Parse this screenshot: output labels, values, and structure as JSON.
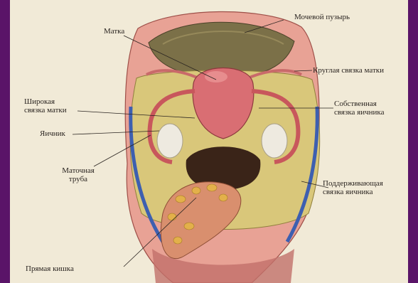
{
  "labels": {
    "bladder": "Мочевой пузырь",
    "uterus": "Матка",
    "round_ligament": "Круглая связка матки",
    "broad_ligament_1": "Широкая",
    "broad_ligament_2": "связка матки",
    "own_ligament_1": "Собственная",
    "own_ligament_2": "связка яичника",
    "ovary": "Яичник",
    "tube_1": "Маточная",
    "tube_2": "труба",
    "suspensory_1": "Поддерживающая",
    "suspensory_2": "связка яичника",
    "rectum": "Прямая кишка"
  },
  "colors": {
    "frame": "#5a1468",
    "paper": "#f1ead7",
    "tissue_pink": "#e08a86",
    "uterus": "#d96e73",
    "peritoneum": "#d9c77a",
    "cavity_dark": "#3a2418",
    "vessel_blue": "#3d5fb0",
    "ovary": "#eeeae0"
  }
}
